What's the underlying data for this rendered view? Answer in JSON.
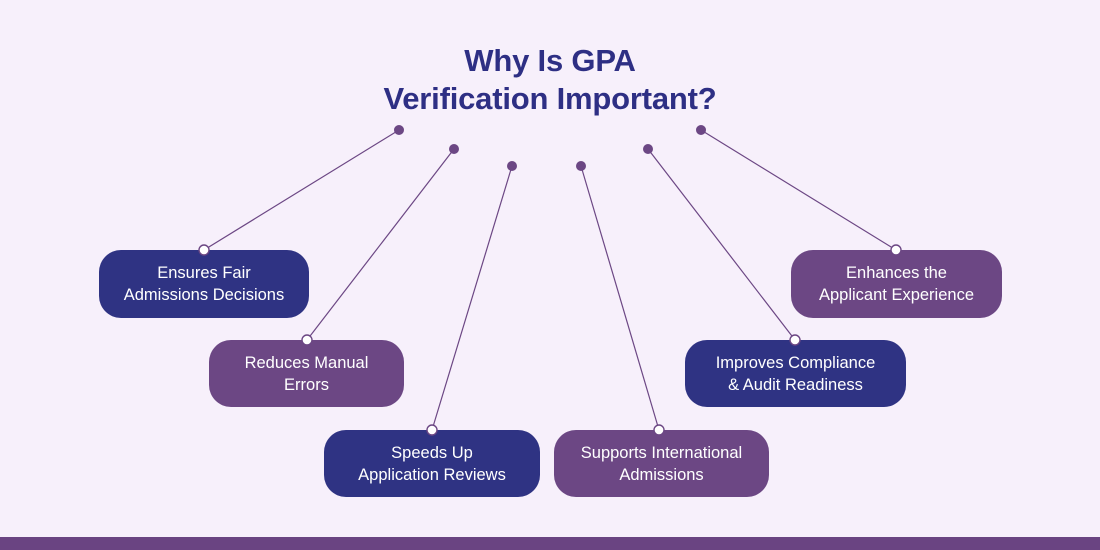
{
  "title": {
    "line1": "Why Is GPA",
    "line2": "Verification Important?"
  },
  "colors": {
    "background": "#f7f0fb",
    "title": "#2e2f84",
    "navy": "#2f3383",
    "purple": "#6c4784",
    "dot": "#6c4784",
    "line": "#6c4784",
    "footer": "#6a4482"
  },
  "items": [
    {
      "line1": "Ensures Fair",
      "line2": "Admissions Decisions",
      "color": "navy"
    },
    {
      "line1": "Reduces Manual",
      "line2": "Errors",
      "color": "purple"
    },
    {
      "line1": "Speeds Up",
      "line2": "Application Reviews",
      "color": "navy"
    },
    {
      "line1": "Supports International",
      "line2": "Admissions",
      "color": "purple"
    },
    {
      "line1": "Improves Compliance",
      "line2": "& Audit Readiness",
      "color": "navy"
    },
    {
      "line1": "Enhances the",
      "line2": "Applicant Experience",
      "color": "purple"
    }
  ]
}
